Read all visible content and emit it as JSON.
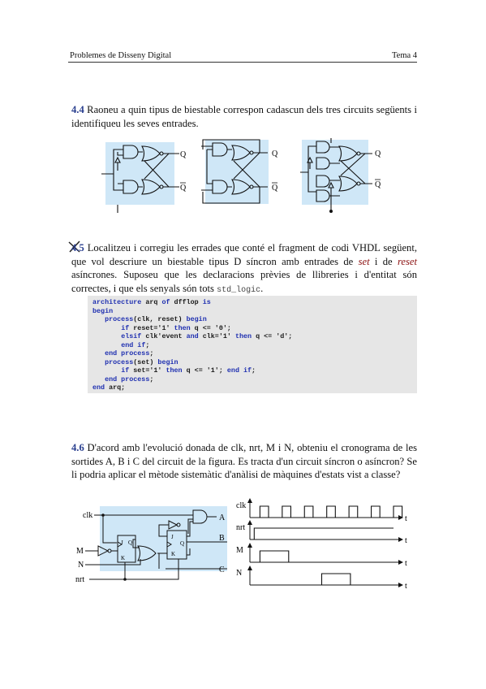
{
  "header": {
    "left": "Problemes de Disseny Digital",
    "right": "Tema 4"
  },
  "p44": {
    "number": "4.4",
    "text": " Raoneu a quin tipus de biestable correspon cadascun dels tres circuits següents i identifiqueu les seves entrades.",
    "output_q": "Q",
    "output_qbar": "Q"
  },
  "p45": {
    "number": "4.5",
    "t1": " Localitzeu i corregiu les errades que conté el fragment de codi VHDL següent, que vol descriure un biestable tipus D síncron amb entrades de ",
    "set": "set",
    "t2": " i de ",
    "reset": "reset",
    "t3": " asíncrones. Suposeu que les declaracions prèvies de llibreries i d'entitat són correctes, i que els senyals són tots ",
    "type": "std_logic",
    "t4": "."
  },
  "code_lines": [
    {
      "indent": "",
      "parts": [
        {
          "k": 1,
          "t": "architecture"
        },
        {
          "k": 0,
          "t": " arq "
        },
        {
          "k": 1,
          "t": "of"
        },
        {
          "k": 0,
          "t": " dfflop "
        },
        {
          "k": 1,
          "t": "is"
        }
      ]
    },
    {
      "indent": "",
      "parts": [
        {
          "k": 1,
          "t": "begin"
        }
      ]
    },
    {
      "indent": "   ",
      "parts": [
        {
          "k": 1,
          "t": "process"
        },
        {
          "k": 0,
          "t": "(clk, reset) "
        },
        {
          "k": 1,
          "t": "begin"
        }
      ]
    },
    {
      "indent": "       ",
      "parts": [
        {
          "k": 1,
          "t": "if"
        },
        {
          "k": 0,
          "t": " reset='1' "
        },
        {
          "k": 1,
          "t": "then"
        },
        {
          "k": 0,
          "t": " q <= '0';"
        }
      ]
    },
    {
      "indent": "       ",
      "parts": [
        {
          "k": 1,
          "t": "elsif"
        },
        {
          "k": 0,
          "t": " clk'event "
        },
        {
          "k": 1,
          "t": "and"
        },
        {
          "k": 0,
          "t": " clk='1' "
        },
        {
          "k": 1,
          "t": "then"
        },
        {
          "k": 0,
          "t": " q <= 'd';"
        }
      ]
    },
    {
      "indent": "       ",
      "parts": [
        {
          "k": 1,
          "t": "end if"
        },
        {
          "k": 0,
          "t": ";"
        }
      ]
    },
    {
      "indent": "   ",
      "parts": [
        {
          "k": 1,
          "t": "end process"
        },
        {
          "k": 0,
          "t": ";"
        }
      ]
    },
    {
      "indent": "   ",
      "parts": [
        {
          "k": 1,
          "t": "process"
        },
        {
          "k": 0,
          "t": "(set) "
        },
        {
          "k": 1,
          "t": "begin"
        }
      ]
    },
    {
      "indent": "       ",
      "parts": [
        {
          "k": 1,
          "t": "if"
        },
        {
          "k": 0,
          "t": " set='1' "
        },
        {
          "k": 1,
          "t": "then"
        },
        {
          "k": 0,
          "t": " q <= '1'; "
        },
        {
          "k": 1,
          "t": "end if"
        },
        {
          "k": 0,
          "t": ";"
        }
      ]
    },
    {
      "indent": "   ",
      "parts": [
        {
          "k": 1,
          "t": "end process"
        },
        {
          "k": 0,
          "t": ";"
        }
      ]
    },
    {
      "indent": "",
      "parts": [
        {
          "k": 1,
          "t": "end"
        },
        {
          "k": 0,
          "t": " arq;"
        }
      ]
    }
  ],
  "p46": {
    "number": "4.6",
    "text": " D'acord amb l'evolució donada de clk, nrt, M i N, obteniu el cronograma de les sortides A, B i C del circuit de la figura. Es tracta d'un circuit síncron o asíncron? Se li podria aplicar el mètode sistemàtic d'anàlisi de màquines d'estats vist a classe?"
  },
  "circuit46": {
    "clk": "clk",
    "M": "M",
    "N": "N",
    "nrt": "nrt",
    "A": "A",
    "B": "B",
    "C": "C",
    "J": "J",
    "K": "K",
    "Q": "Q",
    "Qb": "Q"
  },
  "timing": {
    "signals": [
      "clk",
      "nrt",
      "M",
      "N"
    ],
    "axis_label": "t"
  },
  "colors": {
    "diagram_bg": "#cfe7f7",
    "number": "#2a3f8f",
    "code_bg": "#e6e6e6",
    "keyword": "#1e2fb0"
  }
}
